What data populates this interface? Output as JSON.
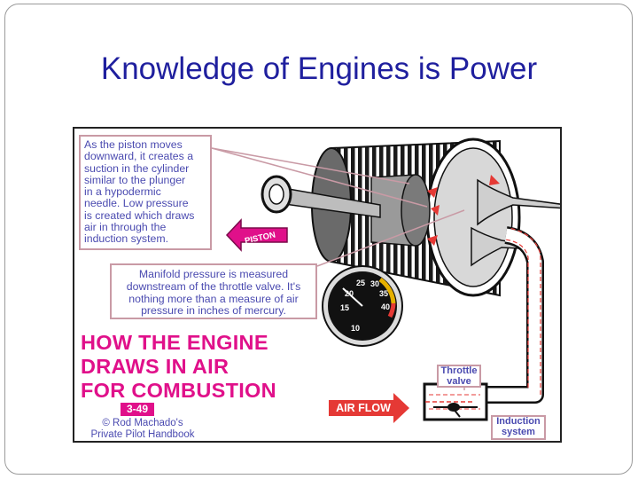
{
  "slide": {
    "title": "Knowledge of Engines is Power"
  },
  "figure": {
    "piston_note": "As the piston moves\ndownward, it creates a\nsuction in the cylinder\nsimilar to the plunger\nin a hypodermic\nneedle. Low pressure\nis created which draws\nair in through the\ninduction system.",
    "manifold_note": "Manifold pressure is  measured\ndownstream of the throttle valve. It's\nnothing more than a measure of air\npressure in inches of mercury.",
    "headline": "HOW THE ENGINE\nDRAWS IN AIR\nFOR COMBUSTION",
    "figure_number": "3-49",
    "credit": "© Rod Machado's\nPrivate Pilot Handbook",
    "piston_arrow_label": "PISTON",
    "air_flow_label": "AIR FLOW",
    "throttle_label": "Throttle\nvalve",
    "induction_label": "Induction\nsystem",
    "gauge": {
      "ticks": [
        "10",
        "15",
        "20",
        "25",
        "30",
        "35",
        "40"
      ]
    },
    "colors": {
      "headline": "#e0108a",
      "text": "#4a4ab0",
      "callout_border": "#c99aa5",
      "air_flow": "#e53935"
    }
  }
}
